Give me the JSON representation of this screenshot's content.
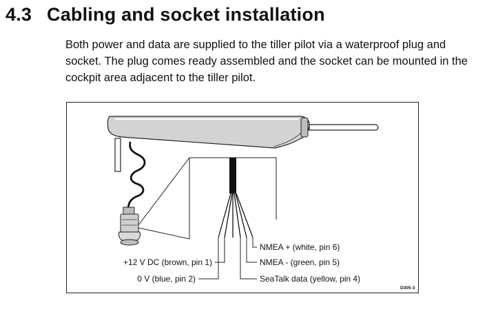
{
  "section": {
    "number": "4.3",
    "title": "Cabling and socket installation"
  },
  "paragraph": {
    "line1": "Both power and data are supplied to the tiller pilot via a waterproof plug and",
    "line2": "socket. The plug comes ready assembled and the socket can be mounted in the",
    "line3": "cockpit area adjacent to the tiller pilot."
  },
  "figure": {
    "labels": {
      "nmea_plus": "NMEA + (white, pin 6)",
      "nmea_minus": "NMEA - (green, pin 5)",
      "seatalk": "SeaTalk data (yellow, pin 4)",
      "v12": "+12 V DC (brown, pin 1)",
      "v0": "0 V (blue, pin 2)"
    },
    "code": "D305-3"
  }
}
